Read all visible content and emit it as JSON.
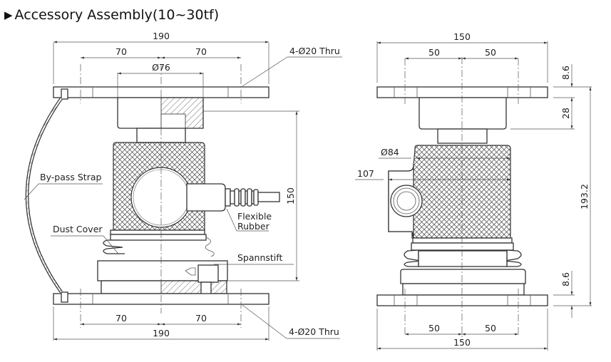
{
  "title": {
    "marker": "▶",
    "text": "Accessory Assembly(10~30tf)"
  },
  "front_view": {
    "dimensions": {
      "top_overall_width": "190",
      "top_left_hole_offset": "70",
      "top_right_hole_offset": "70",
      "diameter_top": "Ø76",
      "height": "150",
      "bottom_left_hole_offset": "70",
      "bottom_right_hole_offset": "70",
      "bottom_overall_width": "190"
    },
    "labels": {
      "top_holes": "4-Ø20 Thru",
      "bottom_holes": "4-Ø20 Thru",
      "bypass_strap": "By-pass Strap",
      "dust_cover": "Dust Cover",
      "flexible_rubber_line1": "Flexible",
      "flexible_rubber_line2": "Rubber",
      "spannstift": "Spannstift"
    }
  },
  "side_view": {
    "dimensions": {
      "top_overall_width": "150",
      "top_left_hole_offset": "50",
      "top_right_hole_offset": "50",
      "top_plate_thickness": "8.6",
      "top_block_height": "28",
      "total_height": "193.2",
      "bottom_plate_thickness": "8.6",
      "diameter_body": "Ø84",
      "connector_width": "107",
      "bottom_left_hole_offset": "50",
      "bottom_right_hole_offset": "50",
      "bottom_overall_width": "150"
    }
  }
}
